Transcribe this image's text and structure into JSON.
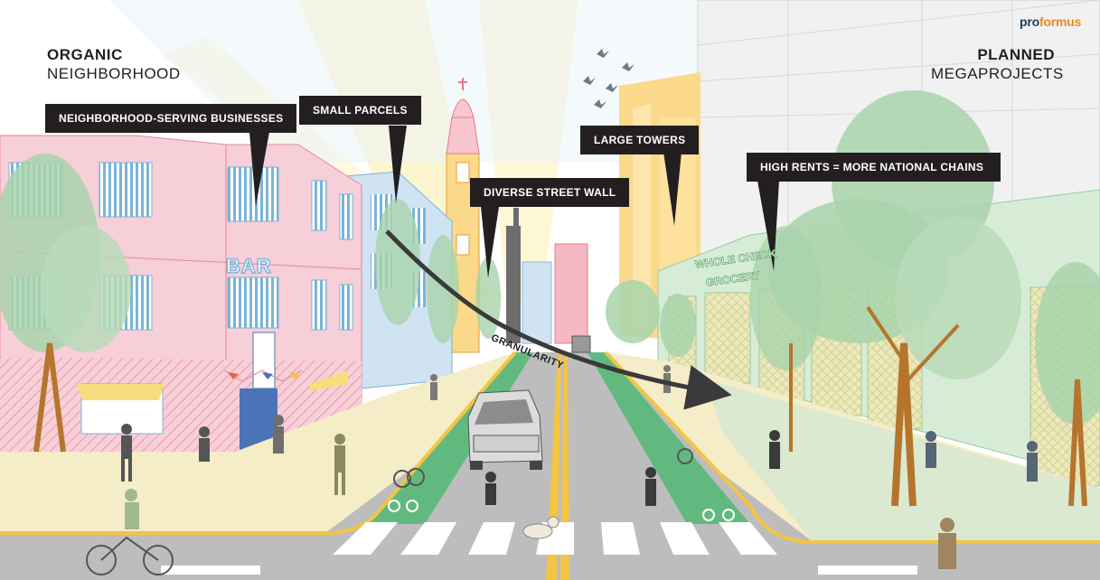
{
  "brand": {
    "part1": "pro",
    "part2": "formus",
    "accent_color": "#e58a1f",
    "color": "#1d3b5c"
  },
  "left_heading": {
    "line1": "ORGANIC",
    "line2": "NEIGHBORHOOD"
  },
  "right_heading": {
    "line1": "PLANNED",
    "line2": "MEGAPROJECTS"
  },
  "callouts": {
    "businesses": "NEIGHBORHOOD-SERVING BUSINESSES",
    "parcels": "SMALL PARCELS",
    "street_wall": "DIVERSE STREET WALL",
    "towers": "LARGE TOWERS",
    "rents": "HIGH RENTS = MORE NATIONAL CHAINS"
  },
  "arrow_label": "GRANULARITY",
  "signs": {
    "bar": "BAR",
    "grocery_line1": "WHOLE CHECK",
    "grocery_line2": "GROCERY"
  },
  "palette": {
    "pink_building": "#f6cfd8",
    "blue_building": "#cfe3f2",
    "tower_yellow": "#fbd98a",
    "grey_tower": "#f1f1f1",
    "tree_green": "#a9d3ab",
    "bike_lane": "#62b97f",
    "road": "#bdbdbd",
    "sidewalk": "#f5ecc8",
    "curb": "#f4c542"
  }
}
